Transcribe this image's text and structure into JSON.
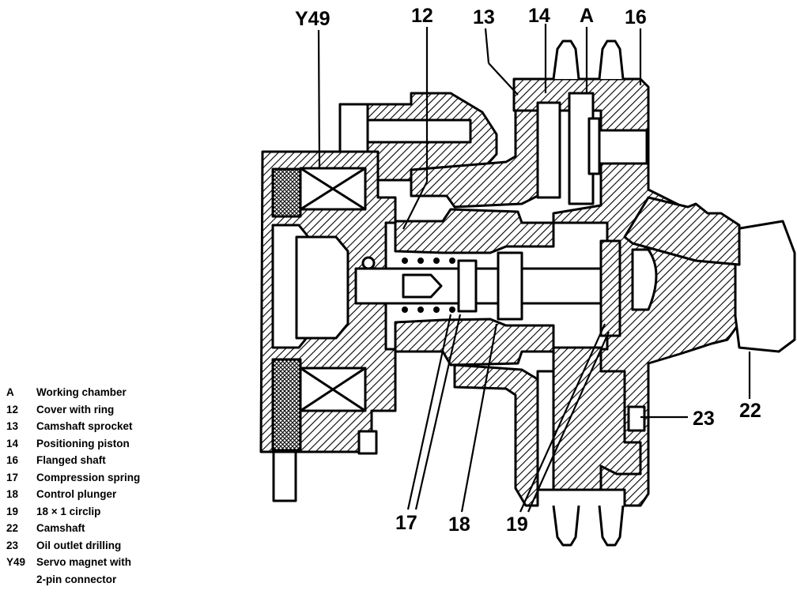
{
  "callouts": {
    "y49": "Y49",
    "c12": "12",
    "c13": "13",
    "c14": "14",
    "a": "A",
    "c16": "16",
    "c17": "17",
    "c18": "18",
    "c19": "19",
    "c22": "22",
    "c23": "23"
  },
  "legend": [
    {
      "key": "A",
      "text": "Working chamber"
    },
    {
      "key": "12",
      "text": "Cover with ring"
    },
    {
      "key": "13",
      "text": "Camshaft sprocket"
    },
    {
      "key": "14",
      "text": "Positioning piston"
    },
    {
      "key": "16",
      "text": "Flanged shaft"
    },
    {
      "key": "17",
      "text": "Compression spring"
    },
    {
      "key": "18",
      "text": "Control plunger"
    },
    {
      "key": "19",
      "text": "18 × 1 circlip"
    },
    {
      "key": "22",
      "text": "Camshaft"
    },
    {
      "key": "23",
      "text": "Oil outlet drilling"
    },
    {
      "key": "Y49",
      "text": "Servo magnet with"
    }
  ],
  "legend_continuation": "2-pin connector"
}
